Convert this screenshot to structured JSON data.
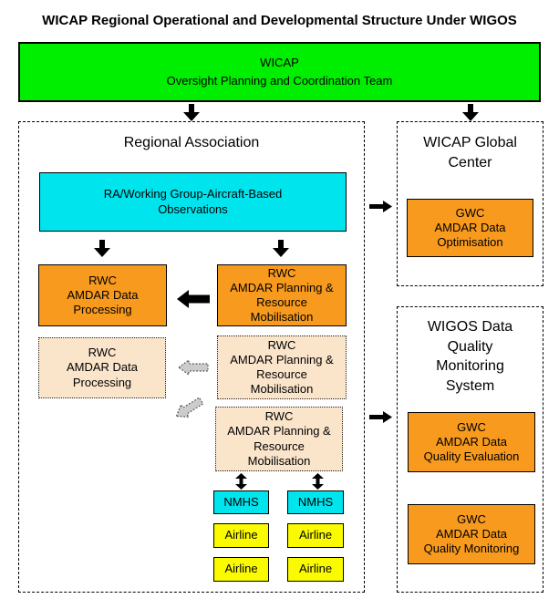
{
  "title": "WICAP Regional Operational and Developmental Structure Under WIGOS",
  "colors": {
    "green": "#00ef00",
    "cyan": "#00e4ee",
    "orange": "#f79a1d",
    "peach": "#fae5cb",
    "yellow": "#fbfb00",
    "arrow_gray": "#cccccc"
  },
  "oversight_box": {
    "text": "WICAP\nOversight Planning and Coordination Team"
  },
  "regional": {
    "title": "Regional Association",
    "ra_working_group": "RA/Working Group-Aircraft-Based\nObservations",
    "rwc_data_processing": "RWC\nAMDAR Data\nProcessing",
    "rwc_planning": "RWC\nAMDAR Planning &\nResource\nMobilisation",
    "rwc_data_processing_dev": "RWC\nAMDAR Data\nProcessing",
    "rwc_planning_dev": "RWC\nAMDAR Planning &\nResource\nMobilisation",
    "rwc_planning_dev2": "RWC\nAMDAR Planning &\nResource\nMobilisation",
    "nmhs": [
      "NMHS",
      "NMHS"
    ],
    "airlines": [
      "Airline",
      "Airline",
      "Airline",
      "Airline"
    ]
  },
  "global_center": {
    "title": "WICAP Global\nCenter",
    "gwc_optimisation": "GWC\nAMDAR Data\nOptimisation"
  },
  "wigos": {
    "title": "WIGOS Data\nQuality\nMonitoring\nSystem",
    "gwc_quality_evaluation": "GWC\nAMDAR Data\nQuality Evaluation",
    "gwc_quality_monitoring": "GWC\nAMDAR Data\nQuality Monitoring"
  },
  "icons": {
    "down_arrow": "solid black arrow pointing down",
    "thick_left_arrow": "solid black arrow pointing left",
    "right_arrow": "solid black arrow pointing right",
    "updown_arrow": "solid black double-headed vertical arrow",
    "gray_dashed_left_arrow": "gray dotted-outline arrow pointing left",
    "gray_dashed_diagonal_arrow": "gray dotted-outline arrow pointing up-left"
  }
}
